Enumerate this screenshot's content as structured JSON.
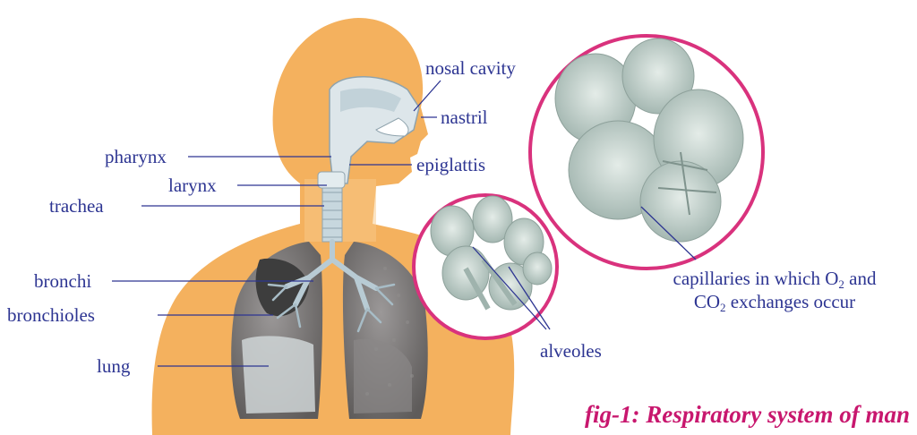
{
  "figure": {
    "caption": "fig-1: Respiratory system of man",
    "colors": {
      "body": "#f4b15e",
      "label_text": "#2d3592",
      "leader_line": "#2d3592",
      "caption_text": "#c8176e",
      "magnifier_ring": "#d9327d",
      "lung": "#7d7b7b",
      "airway": "#c7d7de"
    },
    "labels": {
      "nosal_cavity": "nosal cavity",
      "nastril": "nastril",
      "pharynx": "pharynx",
      "epiglattis": "epiglattis",
      "larynx": "larynx",
      "trachea": "trachea",
      "bronchi": "bronchi",
      "bronchioles": "bronchioles",
      "lung": "lung",
      "alveoles": "alveoles"
    },
    "capillaries_label": {
      "line1_before": "capillaries in which O",
      "line1_sub": "2",
      "line1_after": " and",
      "line2_before": "CO",
      "line2_sub": "2",
      "line2_after": " exchanges occur"
    }
  }
}
